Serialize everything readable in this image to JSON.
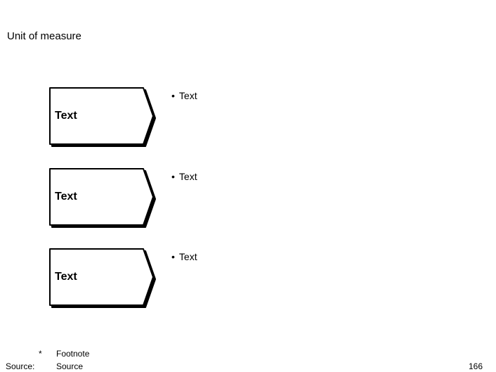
{
  "slide": {
    "title": "Unit of measure",
    "bullet_char": "•",
    "rows": [
      {
        "arrow_label": "Text",
        "bullet_text": "Text"
      },
      {
        "arrow_label": "Text",
        "bullet_text": "Text"
      },
      {
        "arrow_label": "Text",
        "bullet_text": "Text"
      }
    ],
    "footnote_marker": "*",
    "footnote_text": "Footnote",
    "source_label": "Source:",
    "source_text": "Source",
    "page_number": "166"
  },
  "colors": {
    "background": "#ffffff",
    "foreground": "#000000"
  }
}
